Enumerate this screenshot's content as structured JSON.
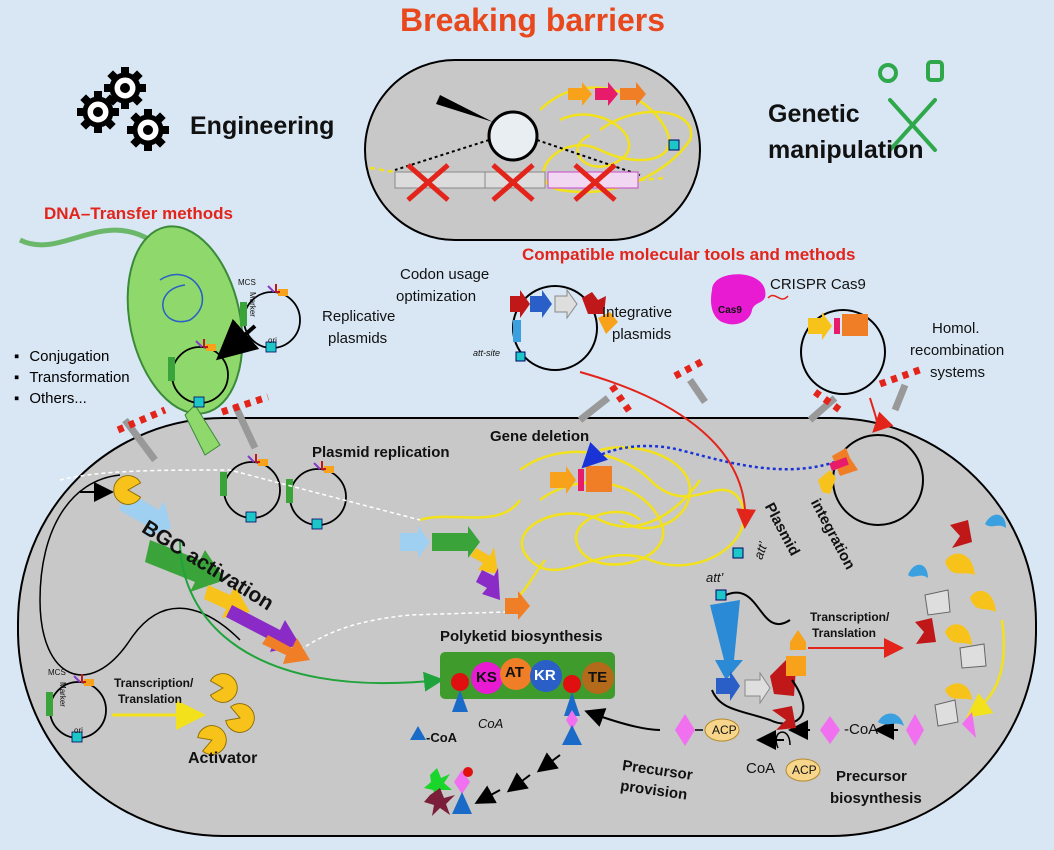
{
  "title": "Breaking barriers",
  "engineering": "Engineering",
  "genetic_manipulation": [
    "Genetic",
    "manipulation"
  ],
  "dna_transfer": {
    "heading": "DNA–Transfer methods",
    "methods": [
      "Conjugation",
      "Transformation",
      "Others..."
    ]
  },
  "compatible_tools": "Compatible molecular tools and methods",
  "codon": [
    "Codon usage",
    "optimization"
  ],
  "integrative_plasmids": [
    "Integrative",
    "plasmids"
  ],
  "replicative_plasmids": [
    "Replicative",
    "plasmids"
  ],
  "crispr": "CRISPR Cas9",
  "cas9": "Cas9",
  "homol": [
    "Homol.",
    "recombination",
    "systems"
  ],
  "plasmid_replication": "Plasmid replication",
  "gene_deletion": "Gene deletion",
  "bgc_activation": "BGC activation",
  "plasmid_integration": [
    "Plasmid",
    "integration"
  ],
  "att_site": "att-site",
  "att_prime": "att’",
  "transcription_translation": [
    "Transcription/",
    "Translation"
  ],
  "polyketid": "Polyketid biosynthesis",
  "domains": [
    "KS",
    "AT",
    "KR",
    "TE"
  ],
  "coa": "CoA",
  "coa_dash": "-CoA",
  "acp": "ACP",
  "activator": "Activator",
  "precursor_provision": [
    "Precursor",
    "provision"
  ],
  "precursor_biosynthesis": [
    "Precursor",
    "biosynthesis"
  ],
  "plasmid_labels": {
    "mcs": "MCS",
    "marker": "Marker",
    "ori": "ori"
  },
  "colors": {
    "background": "#d9e7f5",
    "cell": "#c8c8c8",
    "title": "#e8481c",
    "heading_red": "#e3241b",
    "dna": "#f3e21b",
    "cas9": "#e81ad2",
    "bacterium": "#8fd86b",
    "pks_box": "#3f9b2c"
  }
}
